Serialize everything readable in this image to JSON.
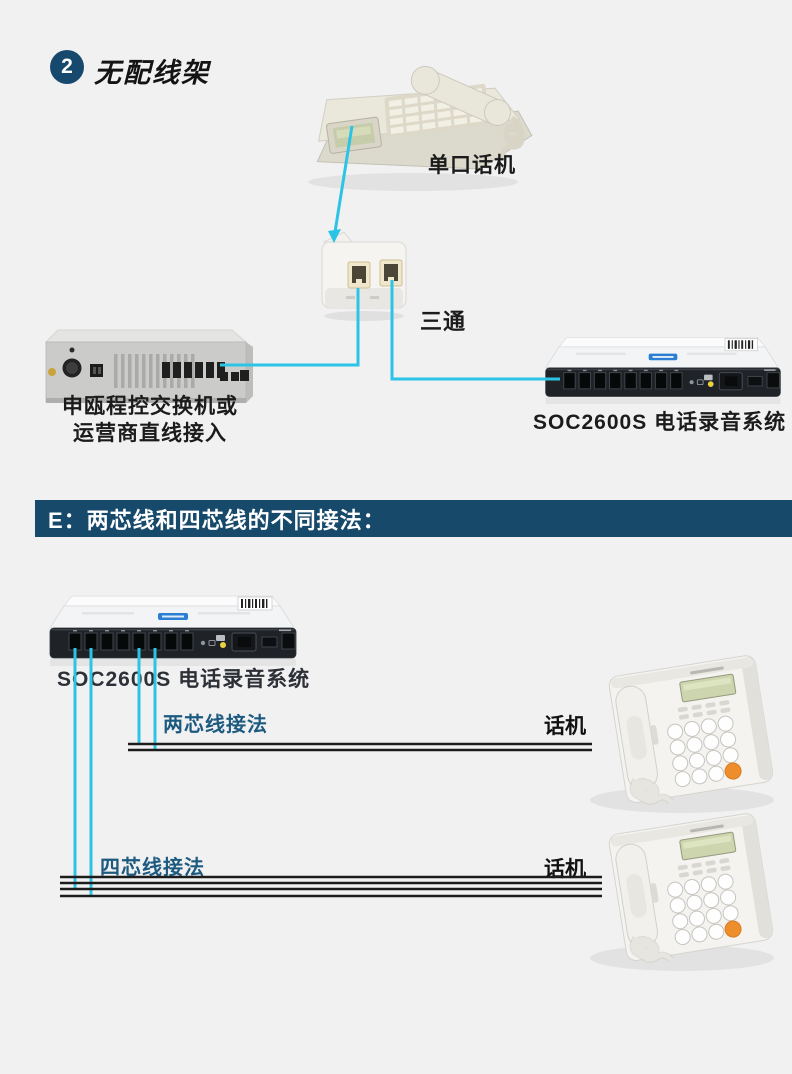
{
  "header": {
    "badge": "2",
    "title": "无配线架"
  },
  "top_diagram": {
    "phone_label": "单口话机",
    "splitter_label": "三通",
    "pbx_label_line1": "申瓯程控交换机或",
    "pbx_label_line2": "运营商直线接入",
    "recorder_label": "SOC2600S 电话录音系统"
  },
  "banner": {
    "text": "E：两芯线和四芯线的不同接法："
  },
  "bottom_diagram": {
    "recorder_label": "SOC2600S 电话录音系统",
    "two_core_label": "两芯线接法",
    "four_core_label": "四芯线接法",
    "phone1_label": "话机",
    "phone2_label": "话机"
  },
  "colors": {
    "accent_navy": "#17496b",
    "wire_cyan": "#2bc4e7",
    "label_blue": "#1d5a80",
    "wire_black": "#1c1c1c",
    "background": "#f1f1f2"
  }
}
